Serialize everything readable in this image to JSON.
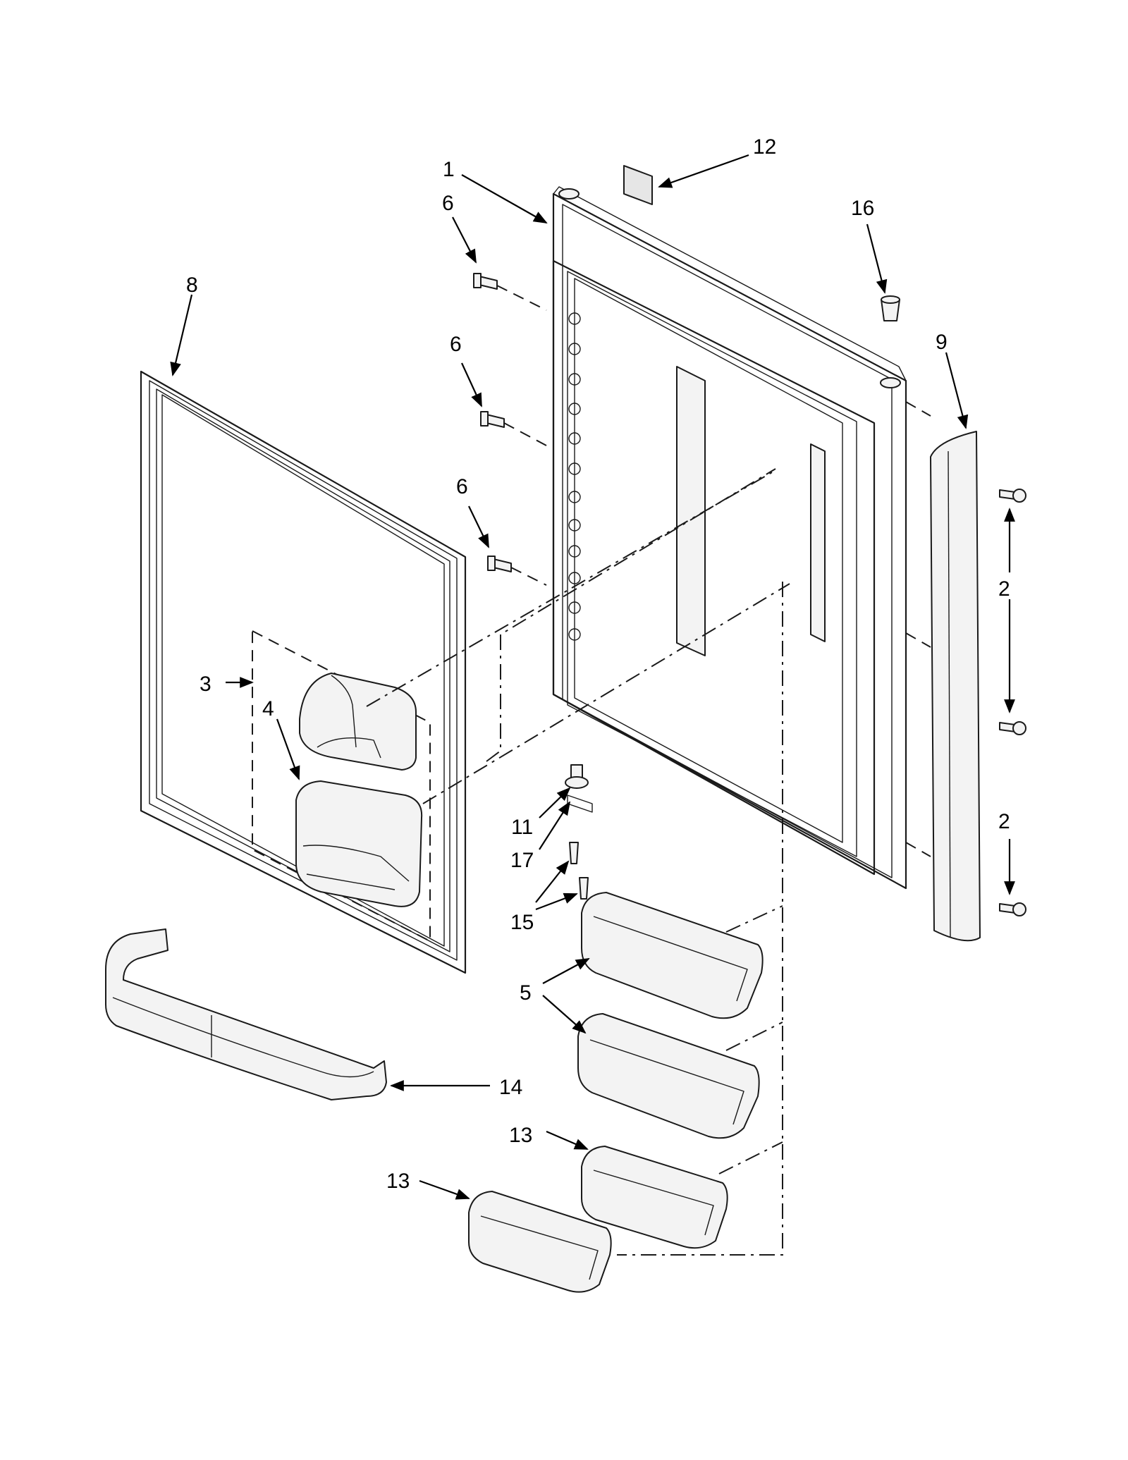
{
  "diagram": {
    "callouts": [
      {
        "id": "c1",
        "text": "1"
      },
      {
        "id": "c2a",
        "text": "2"
      },
      {
        "id": "c2b",
        "text": "2"
      },
      {
        "id": "c3",
        "text": "3"
      },
      {
        "id": "c4",
        "text": "4"
      },
      {
        "id": "c5",
        "text": "5"
      },
      {
        "id": "c6a",
        "text": "6"
      },
      {
        "id": "c6b",
        "text": "6"
      },
      {
        "id": "c6c",
        "text": "6"
      },
      {
        "id": "c8",
        "text": "8"
      },
      {
        "id": "c9",
        "text": "9"
      },
      {
        "id": "c11",
        "text": "11"
      },
      {
        "id": "c12",
        "text": "12"
      },
      {
        "id": "c13a",
        "text": "13"
      },
      {
        "id": "c13b",
        "text": "13"
      },
      {
        "id": "c14",
        "text": "14"
      },
      {
        "id": "c15",
        "text": "15"
      },
      {
        "id": "c16",
        "text": "16"
      },
      {
        "id": "c17",
        "text": "17"
      }
    ]
  }
}
